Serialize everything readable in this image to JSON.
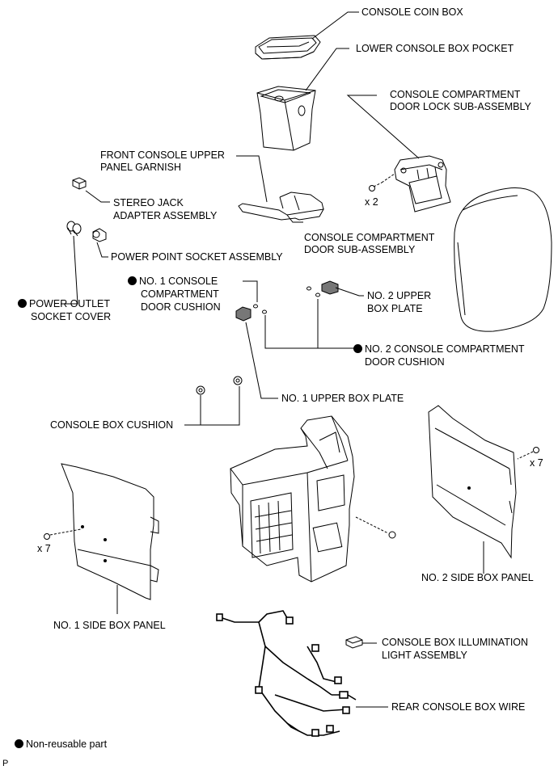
{
  "labels": {
    "coin_box": "CONSOLE COIN BOX",
    "lower_pocket": "LOWER CONSOLE BOX POCKET",
    "door_lock_1": "CONSOLE COMPARTMENT",
    "door_lock_2": "DOOR LOCK SUB-ASSEMBLY",
    "front_garnish_1": "FRONT CONSOLE UPPER",
    "front_garnish_2": "PANEL GARNISH",
    "stereo_jack_1": "STEREO JACK",
    "stereo_jack_2": "ADAPTER ASSEMBLY",
    "door_sub_1": "CONSOLE COMPARTMENT",
    "door_sub_2": "DOOR SUB-ASSEMBLY",
    "power_point": "POWER POINT SOCKET ASSEMBLY",
    "cushion1_1": "NO. 1 CONSOLE",
    "cushion1_2": "COMPARTMENT",
    "cushion1_3": "DOOR CUSHION",
    "upper_plate2_1": "NO. 2 UPPER",
    "upper_plate2_2": "BOX PLATE",
    "outlet_cover_1": "POWER OUTLET",
    "outlet_cover_2": "SOCKET COVER",
    "cushion2_1": "NO. 2 CONSOLE COMPARTMENT",
    "cushion2_2": "DOOR CUSHION",
    "upper_plate1": "NO. 1 UPPER BOX PLATE",
    "box_cushion": "CONSOLE BOX CUSHION",
    "side_panel2": "NO. 2 SIDE BOX PANEL",
    "side_panel1": "NO. 1 SIDE BOX PANEL",
    "illum_1": "CONSOLE BOX ILLUMINATION",
    "illum_2": "LIGHT ASSEMBLY",
    "wire": "REAR CONSOLE BOX WIRE",
    "legend": "Non-reusable part",
    "corner": "P",
    "qty_x2": "x 2",
    "qty_x7_right": "x 7",
    "qty_x7_left": "x 7"
  }
}
